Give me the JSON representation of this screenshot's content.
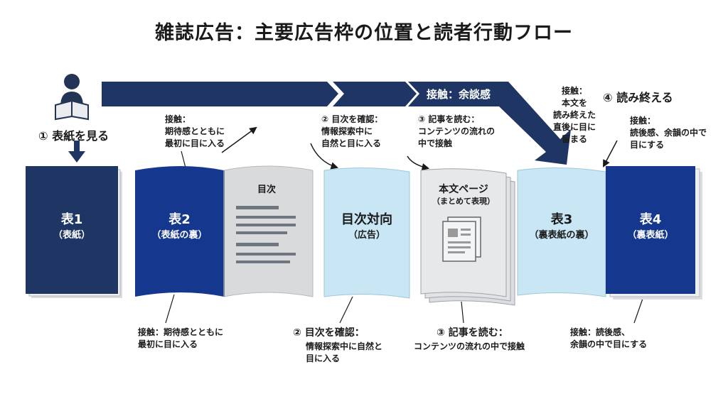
{
  "title": "雑誌広告：主要広告枠の位置と読者行動フロー",
  "banner": {
    "label": "接触：余談感"
  },
  "colors": {
    "navy": "#1f3563",
    "dark_blue": "#15388e",
    "light_blue": "#c8e6f4",
    "gray": "#d9dadc",
    "arrow": "#2a3d66"
  },
  "reader": {
    "icon": "reader-person-icon",
    "step": "① 表紙を見る"
  },
  "pages": [
    {
      "main": "表1",
      "sub": "（表紙）"
    },
    {
      "main": "表2",
      "sub": "（表紙の裏）"
    },
    {
      "main": "目次",
      "sub": ""
    },
    {
      "main": "目次対向",
      "sub": "（広告）"
    },
    {
      "main": "本文ページ",
      "sub": "（まとめて表現）"
    },
    {
      "main": "表3",
      "sub": "（裏表紙の裏）"
    },
    {
      "main": "表4",
      "sub": "（裏表紙）"
    }
  ],
  "top_notes": {
    "hyo2": [
      "接触：",
      "期待感とともに",
      "最初に目に入る"
    ],
    "mokuji": [
      "② 目次を確認：",
      "情報探索中に",
      "自然と目に入る"
    ],
    "honbun": [
      "③ 記事を読む：",
      "コンテンツの流れの",
      "中で接触"
    ],
    "hyo3": [
      "接触：",
      "本文を",
      "読み終えた",
      "直後に目に",
      "留まる"
    ],
    "hyo4_step": "④ 読み終える",
    "hyo4": [
      "接触：",
      "読後感、余韻の中で",
      "目にする"
    ]
  },
  "bottom_notes": {
    "hyo2": [
      "接触：期待感とともに",
      "最初に目に入る"
    ],
    "mokuji_title": "② 目次を確認：",
    "mokuji": [
      "情報探索中に自然と",
      "目に入る"
    ],
    "honbun_title": "③ 記事を読む：",
    "honbun": [
      "コンテンツの流れの中で接触"
    ],
    "hyo4": [
      "接触：読後感、",
      "余韻の中で目にする"
    ]
  }
}
